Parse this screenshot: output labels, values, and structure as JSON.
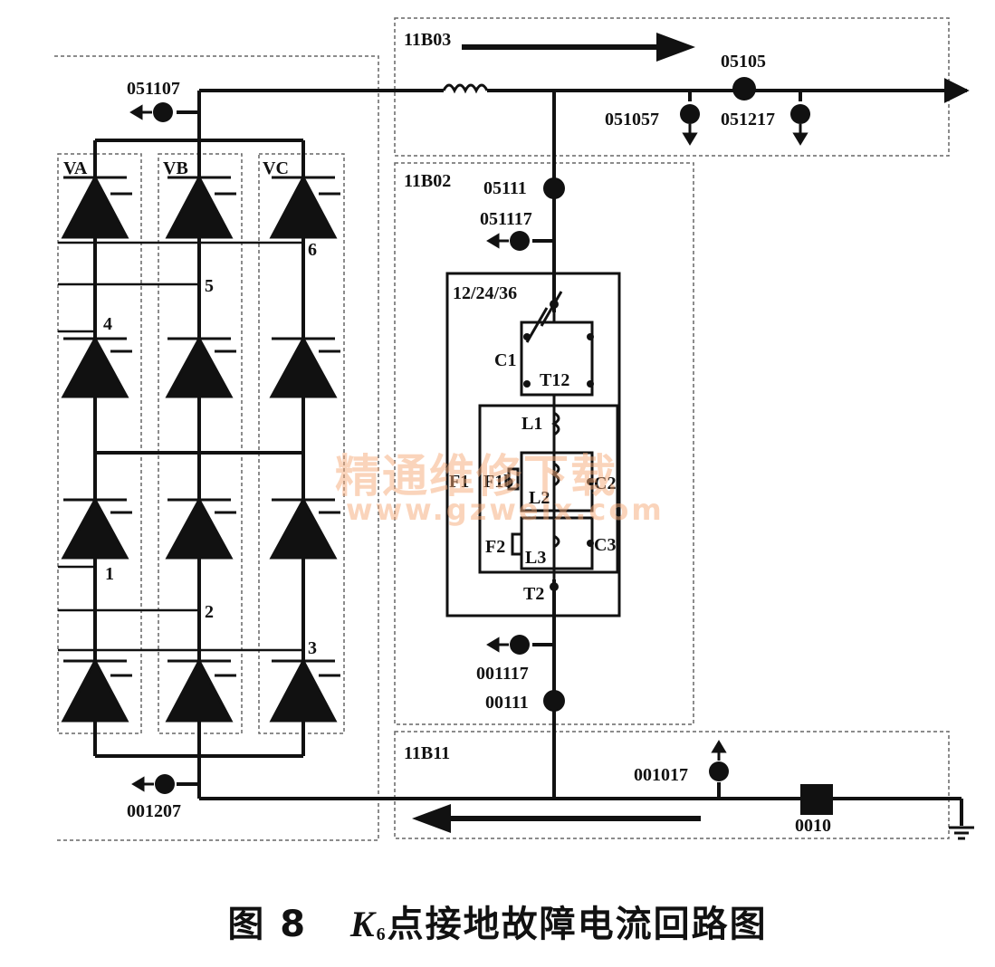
{
  "caption": {
    "fig": "图 8",
    "k": "K",
    "k_sub": "6",
    "rest": "点接地故障电流回路图"
  },
  "watermark": {
    "cn": "精通维修下载",
    "url": "www.gzweix.com"
  },
  "blocks": {
    "b03": "11B03",
    "b02": "11B02",
    "b11": "11B11",
    "transformer": "12/24/36"
  },
  "phases": {
    "va": "VA",
    "vb": "VB",
    "vc": "VC"
  },
  "nodes": {
    "n1": "1",
    "n2": "2",
    "n3": "3",
    "n4": "4",
    "n5": "5",
    "n6": "6"
  },
  "points": {
    "p051107": "051107",
    "p001207": "001207",
    "p05105": "05105",
    "p051057": "051057",
    "p051217": "051217",
    "p05111": "05111",
    "p051117": "051117",
    "p001117": "001117",
    "p00111": "00111",
    "p001017": "001017",
    "p0010": "0010"
  },
  "components": {
    "c1": "C1",
    "t12": "T12",
    "l1": "L1",
    "f1": "F1",
    "f1b": "F1b",
    "l2": "L2",
    "c2": "C2",
    "f2": "F2",
    "l3": "L3",
    "c3": "C3",
    "t2": "T2"
  },
  "colors": {
    "line": "#111111",
    "dash": "#666666",
    "watermark": "#f5aa78"
  }
}
